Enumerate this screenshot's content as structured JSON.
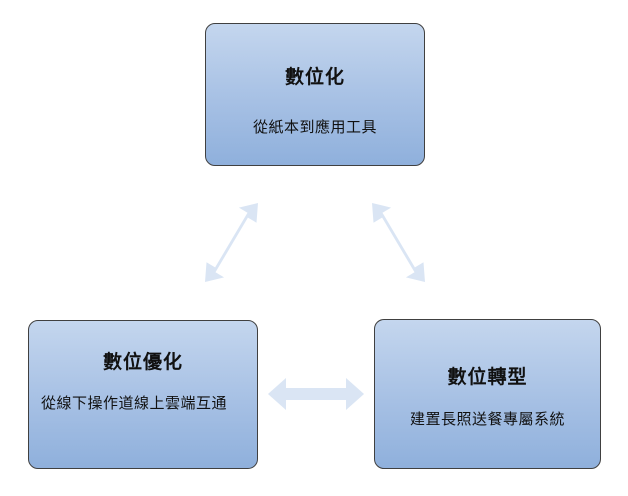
{
  "nodes": {
    "top": {
      "title": "數位化",
      "description": "從紙本到應用工具"
    },
    "left": {
      "title": "數位優化",
      "description": "從線下操作道線上雲端互通"
    },
    "right": {
      "title": "數位轉型",
      "description": "建置長照送餐專屬系統"
    }
  },
  "connectors": [
    {
      "from": "數位化",
      "to": "數位優化",
      "style": "double-headed arrow"
    },
    {
      "from": "數位化",
      "to": "數位轉型",
      "style": "double-headed arrow"
    },
    {
      "from": "數位優化",
      "to": "數位轉型",
      "style": "double-headed arrow"
    }
  ],
  "colors": {
    "node_fill_light": "#c4d6ee",
    "node_fill_dark": "#8fb0dc",
    "node_border": "#404040",
    "arrow_fill": "#dae5f4",
    "text": "#111111"
  }
}
